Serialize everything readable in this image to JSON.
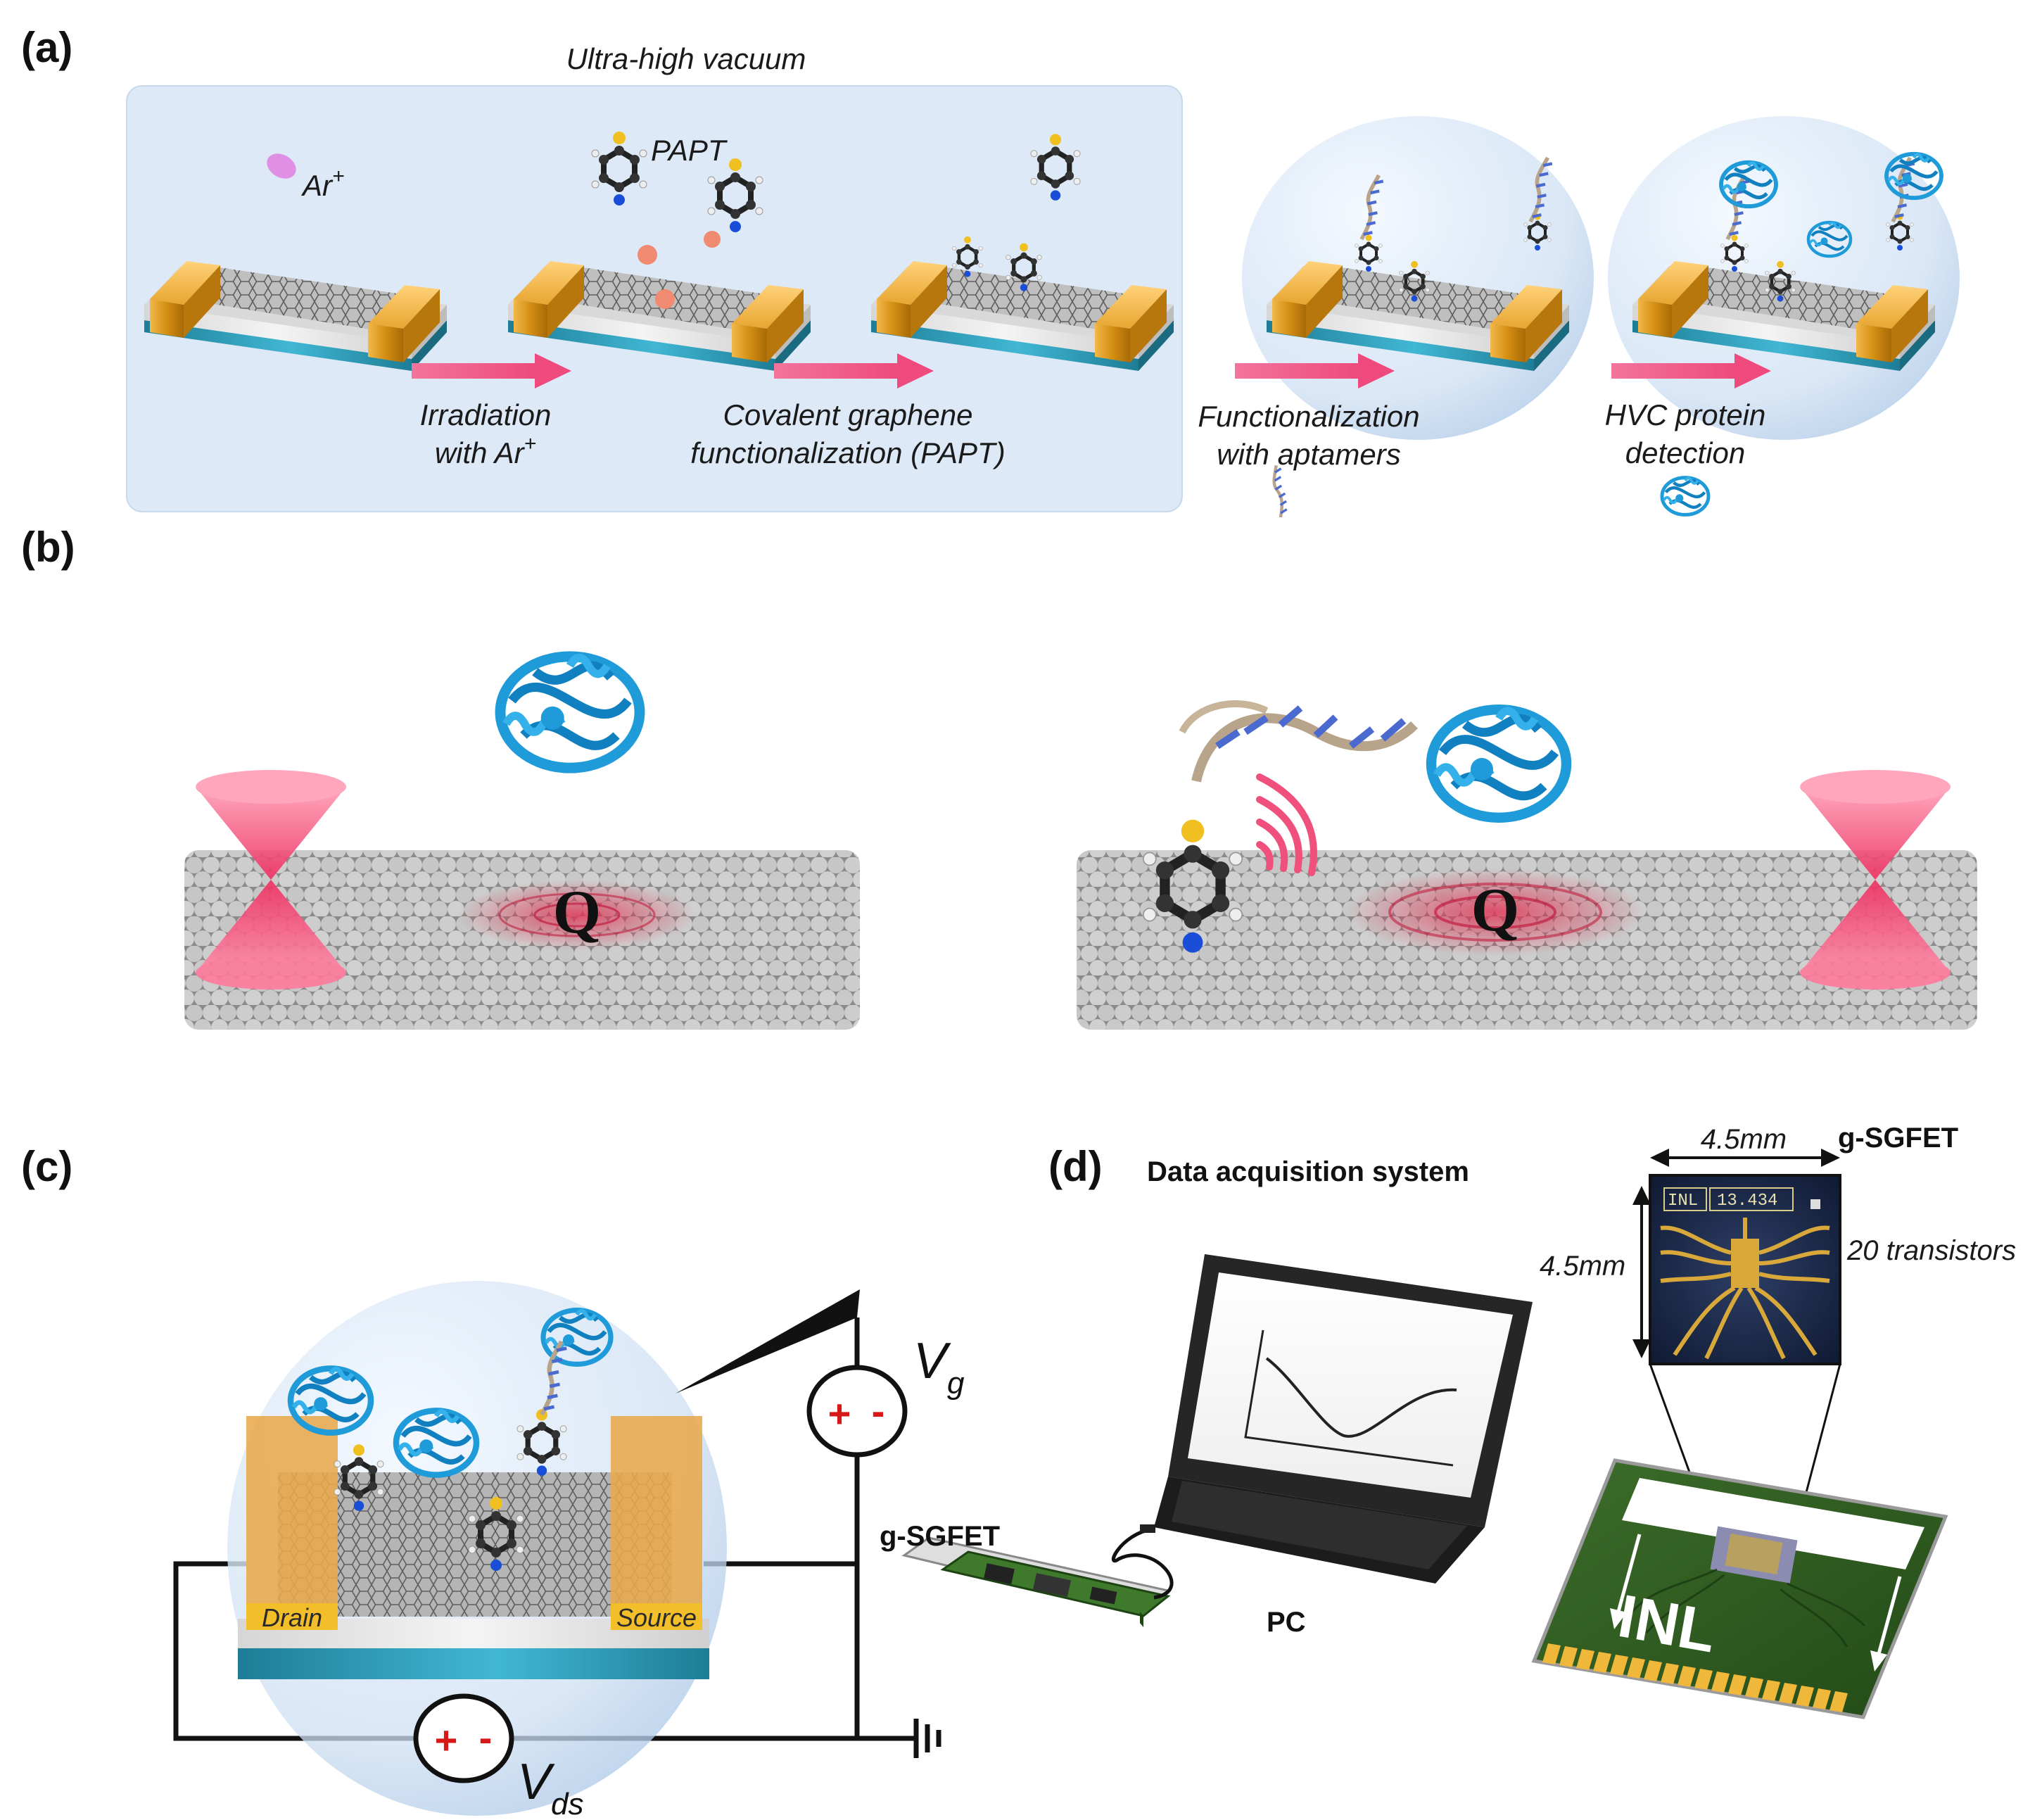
{
  "panels": {
    "a": {
      "label": "(a)",
      "vacuum_title": "Ultra-high vacuum",
      "ion_label": "Ar",
      "ion_charge": "+",
      "molecule_label": "PAPT",
      "step1_line1": "Irradiation",
      "step1_line2": "with Ar",
      "step1_charge": "+",
      "step2_line1": "Covalent graphene",
      "step2_line2": "functionalization (PAPT)",
      "step3_line1": "Functionalization",
      "step3_line2": "with aptamers",
      "step4_line1": "HVC protein",
      "step4_line2": "detection"
    },
    "b": {
      "label": "(b)",
      "charge_symbol_left": "Q",
      "charge_symbol_right": "Q"
    },
    "c": {
      "label": "(c)",
      "drain_label": "Drain",
      "source_label": "Source",
      "gate_voltage": "V",
      "gate_voltage_sub": "g",
      "ds_voltage": "V",
      "ds_voltage_sub": "ds",
      "plus": "+",
      "minus": "-"
    },
    "d": {
      "label": "(d)",
      "daq_title": "Data acquisition system",
      "device_label": "g-SGFET",
      "pc_label": "PC",
      "chip_title": "g-SGFET",
      "width_dim": "4.5mm",
      "height_dim": "4.5mm",
      "transistor_count": "20 transistors",
      "chip_logo": "INL",
      "chip_code": "13.434",
      "board_logo": "INL"
    }
  },
  "colors": {
    "gold": "#d99a1e",
    "graphene": "#9a9a9a",
    "arrow": "#f0578a",
    "protein": "#1e9bd8",
    "cone": "#f5507c",
    "vacuum_box": "#dde9f6",
    "pcb": "#2f5a22"
  }
}
